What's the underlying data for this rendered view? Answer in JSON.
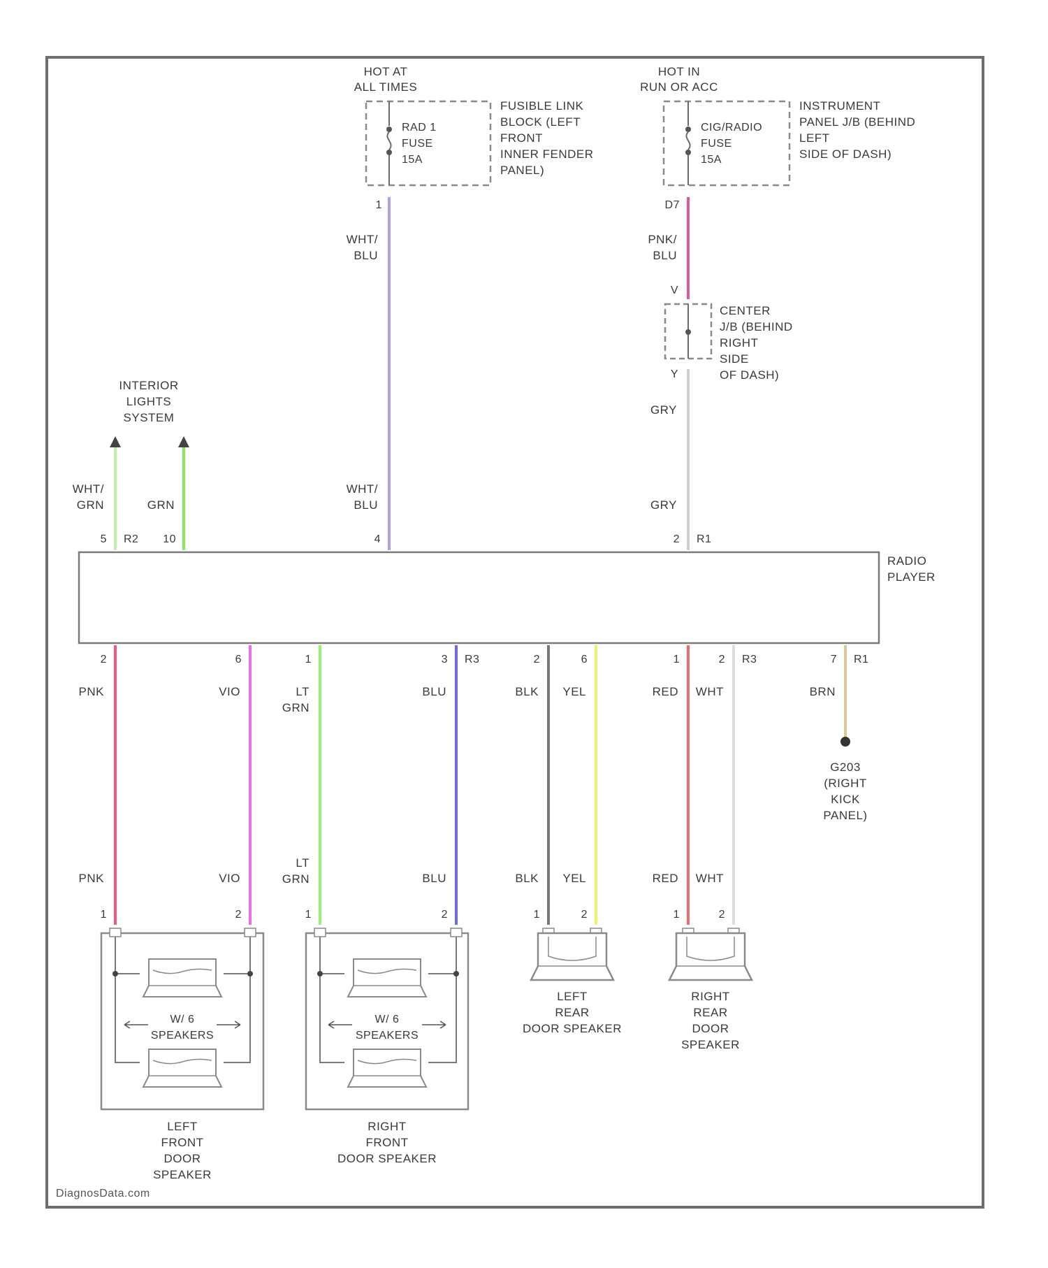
{
  "colors": {
    "wht_blu": "#a9a3ec",
    "pnk_blu": "#e0579a",
    "gry": "#cfcfcf",
    "wht_grn": "#c7ecb2",
    "grn": "#8ee85a",
    "pnk": "#ef5b7e",
    "vio": "#ef6ce6",
    "lt_grn": "#9bef7a",
    "blu": "#6c6cf0",
    "blk": "#777777",
    "yel": "#f2ef6e",
    "red": "#ef6b6b",
    "wht": "#dcdcdc",
    "brn": "#d9c89a",
    "outline": "#7a7a7a"
  },
  "power_left": {
    "hot_label": [
      "HOT AT",
      "ALL TIMES"
    ],
    "fuse_label": [
      "RAD 1",
      "FUSE",
      "15A"
    ],
    "location_label": [
      "FUSIBLE LINK",
      "BLOCK (LEFT",
      "FRONT",
      "INNER FENDER",
      "PANEL)"
    ],
    "pin": "1",
    "wire_top": [
      "WHT/",
      "BLU"
    ],
    "wire_bottom": [
      "WHT/",
      "BLU"
    ],
    "radio_pin": "4"
  },
  "power_right": {
    "hot_label": [
      "HOT IN",
      "RUN OR ACC"
    ],
    "fuse_label": [
      "CIG/RADIO",
      "FUSE",
      "15A"
    ],
    "location_label": [
      "INSTRUMENT",
      "PANEL J/B (BEHIND",
      "LEFT",
      "SIDE OF DASH)"
    ],
    "pin_top": "D7",
    "wire_top": [
      "PNK/",
      "BLU"
    ],
    "jb_pin_in": "V",
    "jb_label": [
      "CENTER",
      "J/B (BEHIND",
      "RIGHT",
      "SIDE",
      "OF DASH)"
    ],
    "jb_pin_out": "Y",
    "wire_gry_1": "GRY",
    "wire_gry_2": "GRY",
    "radio_pin": "2",
    "radio_conn": "R1"
  },
  "interior": {
    "label": [
      "INTERIOR",
      "LIGHTS",
      "SYSTEM"
    ],
    "wire_a": [
      "WHT/",
      "GRN"
    ],
    "wire_b": "GRN",
    "pin_a": "5",
    "conn": "R2",
    "pin_b": "10"
  },
  "radio": {
    "label": [
      "RADIO",
      "PLAYER"
    ]
  },
  "outputs": [
    {
      "pin": "2",
      "conn": "",
      "wire": [
        "PNK"
      ],
      "wire_low": [
        "PNK"
      ],
      "spk_pin": "1"
    },
    {
      "pin": "6",
      "conn": "",
      "wire": [
        "VIO"
      ],
      "wire_low": [
        "VIO"
      ],
      "spk_pin": "2"
    },
    {
      "pin": "1",
      "conn": "",
      "wire": [
        "LT",
        "GRN"
      ],
      "wire_low": [
        "LT",
        "GRN"
      ],
      "spk_pin": "1"
    },
    {
      "pin": "3",
      "conn": "R3",
      "wire": [
        "BLU"
      ],
      "wire_low": [
        "BLU"
      ],
      "spk_pin": "2"
    },
    {
      "pin": "2",
      "conn": "",
      "wire": [
        "BLK"
      ],
      "wire_low": [
        "BLK"
      ],
      "spk_pin": "1"
    },
    {
      "pin": "6",
      "conn": "",
      "wire": [
        "YEL"
      ],
      "wire_low": [
        "YEL"
      ],
      "spk_pin": "2"
    },
    {
      "pin": "1",
      "conn": "",
      "wire": [
        "RED"
      ],
      "wire_low": [
        "RED"
      ],
      "spk_pin": "1"
    },
    {
      "pin": "2",
      "conn": "R3",
      "wire": [
        "WHT"
      ],
      "wire_low": [
        "WHT"
      ],
      "spk_pin": "2"
    },
    {
      "pin": "7",
      "conn": "R1",
      "wire": [
        "BRN"
      ]
    }
  ],
  "ground": {
    "label": [
      "G203",
      "(RIGHT",
      "KICK",
      "PANEL)"
    ]
  },
  "speakers": {
    "lf": [
      "LEFT",
      "FRONT",
      "DOOR",
      "SPEAKER"
    ],
    "rf": [
      "RIGHT",
      "FRONT",
      "DOOR SPEAKER"
    ],
    "lr": [
      "LEFT",
      "REAR",
      "DOOR SPEAKER"
    ],
    "rr": [
      "RIGHT",
      "REAR",
      "DOOR",
      "SPEAKER"
    ],
    "inner": [
      "W/ 6",
      "SPEAKERS"
    ]
  },
  "watermark": "DiagnosData.com"
}
